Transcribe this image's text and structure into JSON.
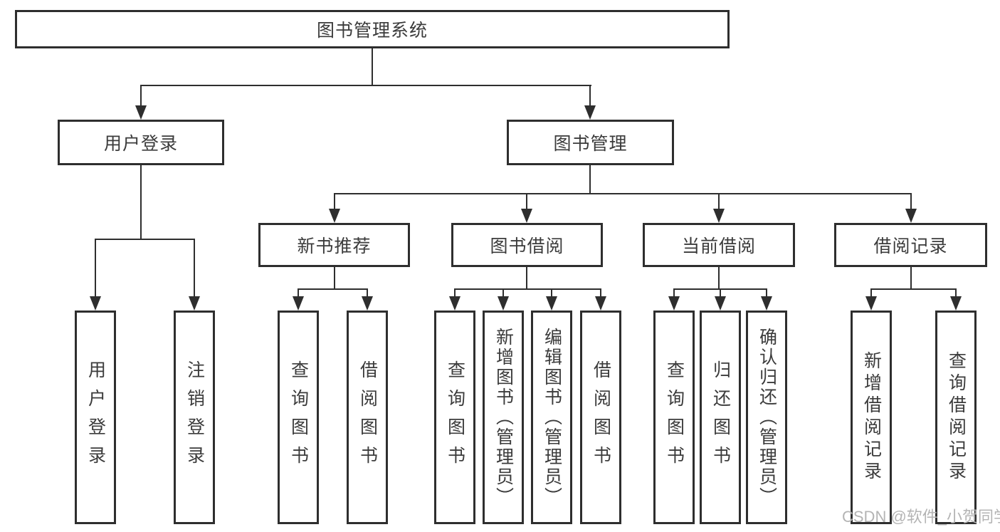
{
  "tree": {
    "label": "图书管理系统",
    "children": [
      {
        "label": "用户登录",
        "children": [
          {
            "label": "用户登录"
          },
          {
            "label": "注销登录"
          }
        ]
      },
      {
        "label": "图书管理",
        "children": [
          {
            "label": "新书推荐",
            "children": [
              {
                "label": "查询图书"
              },
              {
                "label": "借阅图书"
              }
            ]
          },
          {
            "label": "图书借阅",
            "children": [
              {
                "label": "查询图书"
              },
              {
                "label": "新增图书（管理员）"
              },
              {
                "label": "编辑图书（管理员）"
              },
              {
                "label": "借阅图书"
              }
            ]
          },
          {
            "label": "当前借阅",
            "children": [
              {
                "label": "查询图书"
              },
              {
                "label": "归还图书"
              },
              {
                "label": "确认归还（管理员）"
              }
            ]
          },
          {
            "label": "借阅记录",
            "children": [
              {
                "label": "新增借阅记录"
              },
              {
                "label": "查询借阅记录"
              }
            ]
          }
        ]
      }
    ]
  },
  "watermark": {
    "text": "CSDN @软件_小贺同学"
  },
  "colors": {
    "line": "#2e2e2e",
    "text": "#3b3b3b",
    "background": "#ffffff",
    "watermark": "#b4b4b4"
  }
}
